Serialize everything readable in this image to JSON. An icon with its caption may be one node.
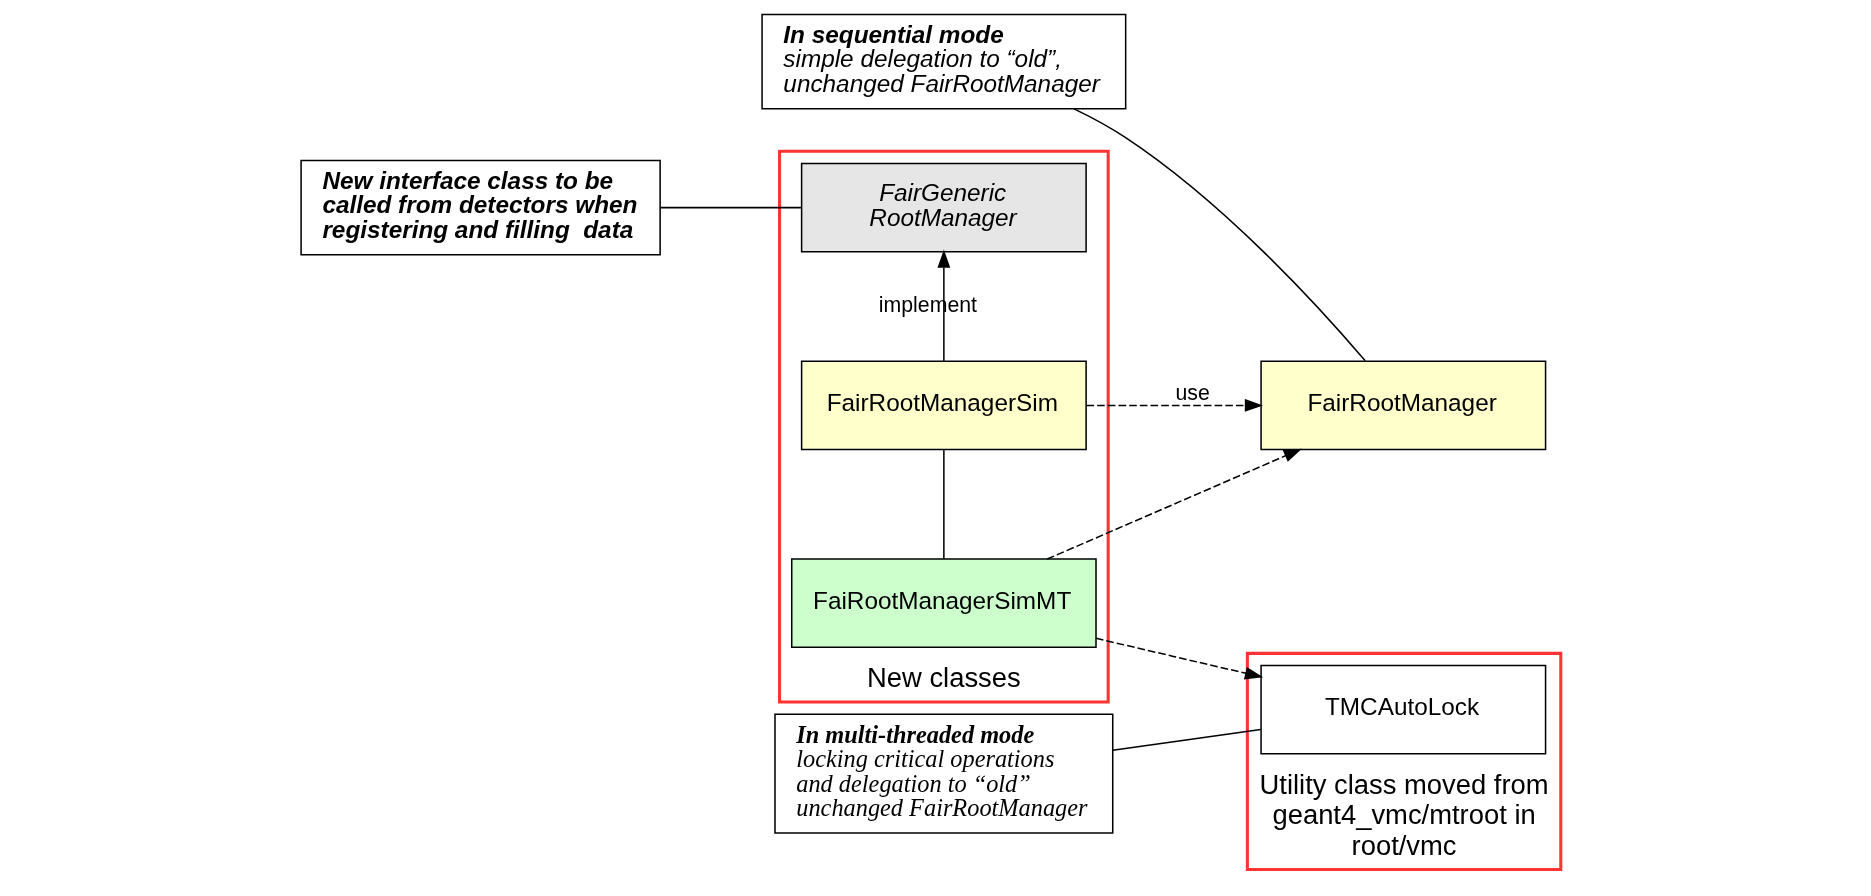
{
  "diagram": {
    "nodes": [
      {
        "text": [
          "New classes"
        ]
      },
      {
        "text": [
          "FairGeneric RootManager"
        ],
        "in": 0
      },
      {
        "text": [
          "FairRootManagerSim"
        ],
        "in": 0
      },
      {
        "text": [
          "FaiRootManagerSimMT"
        ],
        "in": 0
      },
      {
        "text": [
          "FairRootManager"
        ]
      },
      {
        "text": [
          "Utility class moved from geant4_vmc/mtroot in root/vmc"
        ]
      },
      {
        "text": [
          "TMCAutoLock"
        ],
        "in": 5
      },
      {
        "text": [
          "New interface class to be called from detectors when registering and filling  data"
        ]
      },
      {
        "text": [
          "In sequential mode",
          "simple delegation to “old”, unchanged FairRootManager"
        ]
      },
      {
        "text": [
          "In multi-threaded mode",
          "locking critical operations and delegation to “old” unchanged FairRootManager"
        ]
      }
    ],
    "edges": [
      {
        "from": 2,
        "to": 1,
        "arrow": "to",
        "label": "implement"
      },
      {
        "from": 3,
        "to": 2,
        "arrow": "none"
      },
      {
        "from": 2,
        "to": 4,
        "arrow": "to",
        "style": "dashed",
        "label": "use"
      },
      {
        "from": 3,
        "to": 4,
        "arrow": "to",
        "style": "dashed"
      },
      {
        "from": 3,
        "to": 6,
        "arrow": "to",
        "style": "dashed"
      },
      {
        "from": 7,
        "to": 1,
        "arrow": "none"
      },
      {
        "from": 8,
        "to": 4,
        "arrow": "none"
      },
      {
        "from": 9,
        "to": 6,
        "arrow": "none"
      }
    ]
  }
}
